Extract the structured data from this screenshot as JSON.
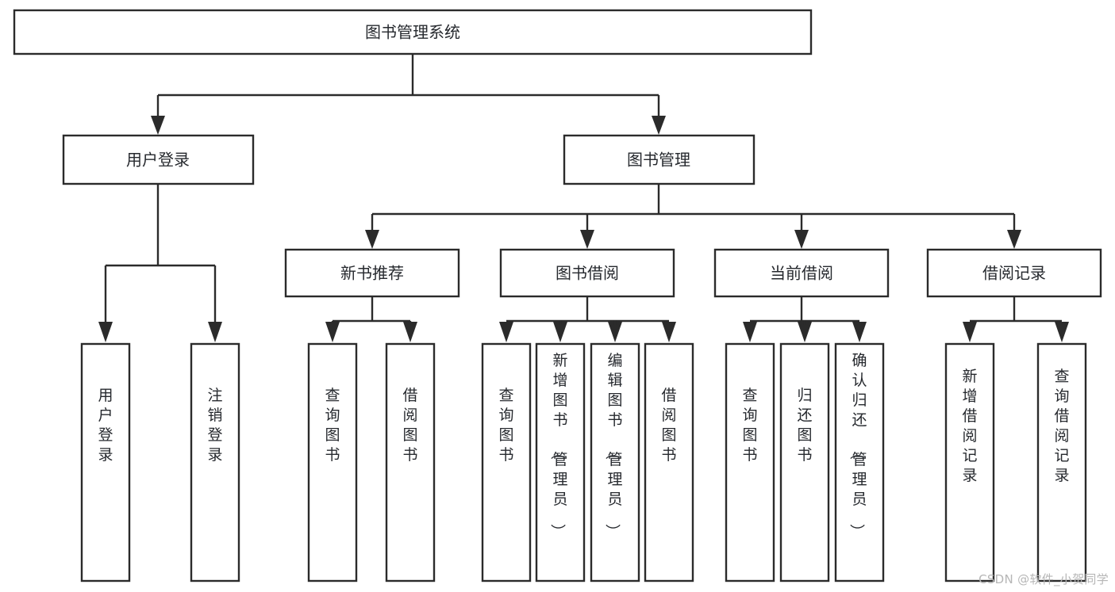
{
  "diagram": {
    "type": "tree-hierarchy-flowchart",
    "title": "图书管理系统",
    "orientation": "top-down",
    "levels": 4,
    "root": {
      "id": "root",
      "label": "图书管理系统",
      "orientation": "horizontal"
    },
    "level2": [
      {
        "id": "user-login",
        "label": "用户登录",
        "orientation": "horizontal"
      },
      {
        "id": "book-manage",
        "label": "图书管理",
        "orientation": "horizontal"
      }
    ],
    "level3": [
      {
        "id": "new-book-rec",
        "label": "新书推荐",
        "parent": "book-manage",
        "orientation": "horizontal"
      },
      {
        "id": "book-borrow",
        "label": "图书借阅",
        "parent": "book-manage",
        "orientation": "horizontal"
      },
      {
        "id": "current-borrow",
        "label": "当前借阅",
        "parent": "book-manage",
        "orientation": "horizontal"
      },
      {
        "id": "borrow-record",
        "label": "借阅记录",
        "parent": "book-manage",
        "orientation": "horizontal"
      }
    ],
    "leaves": [
      {
        "id": "leaf-user-login",
        "label": "用户登录",
        "parent": "user-login",
        "orientation": "vertical"
      },
      {
        "id": "leaf-logout",
        "label": "注销登录",
        "parent": "user-login",
        "orientation": "vertical"
      },
      {
        "id": "leaf-query-book-1",
        "label": "查询图书",
        "parent": "new-book-rec",
        "orientation": "vertical"
      },
      {
        "id": "leaf-borrow-book-1",
        "label": "借阅图书",
        "parent": "new-book-rec",
        "orientation": "vertical"
      },
      {
        "id": "leaf-query-book-2",
        "label": "查询图书",
        "parent": "book-borrow",
        "orientation": "vertical"
      },
      {
        "id": "leaf-add-book",
        "label": "新增图书（管理员）",
        "parent": "book-borrow",
        "orientation": "vertical"
      },
      {
        "id": "leaf-edit-book",
        "label": "编辑图书（管理员）",
        "parent": "book-borrow",
        "orientation": "vertical"
      },
      {
        "id": "leaf-borrow-book-2",
        "label": "借阅图书",
        "parent": "book-borrow",
        "orientation": "vertical"
      },
      {
        "id": "leaf-query-book-3",
        "label": "查询图书",
        "parent": "current-borrow",
        "orientation": "vertical"
      },
      {
        "id": "leaf-return-book",
        "label": "归还图书",
        "parent": "current-borrow",
        "orientation": "vertical"
      },
      {
        "id": "leaf-confirm-return",
        "label": "确认归还（管理员）",
        "parent": "current-borrow",
        "orientation": "vertical"
      },
      {
        "id": "leaf-add-record",
        "label": "新增借阅记录",
        "parent": "borrow-record",
        "orientation": "vertical"
      },
      {
        "id": "leaf-query-record",
        "label": "查询借阅记录",
        "parent": "borrow-record",
        "orientation": "vertical"
      }
    ]
  },
  "colors": {
    "stroke": "#2b2b2b",
    "box_fill": "#ffffff",
    "text": "#26292e",
    "background": "#ffffff",
    "watermark": "#b6b6b6"
  },
  "watermark": {
    "text": "CSDN @软件_小贺同学"
  }
}
